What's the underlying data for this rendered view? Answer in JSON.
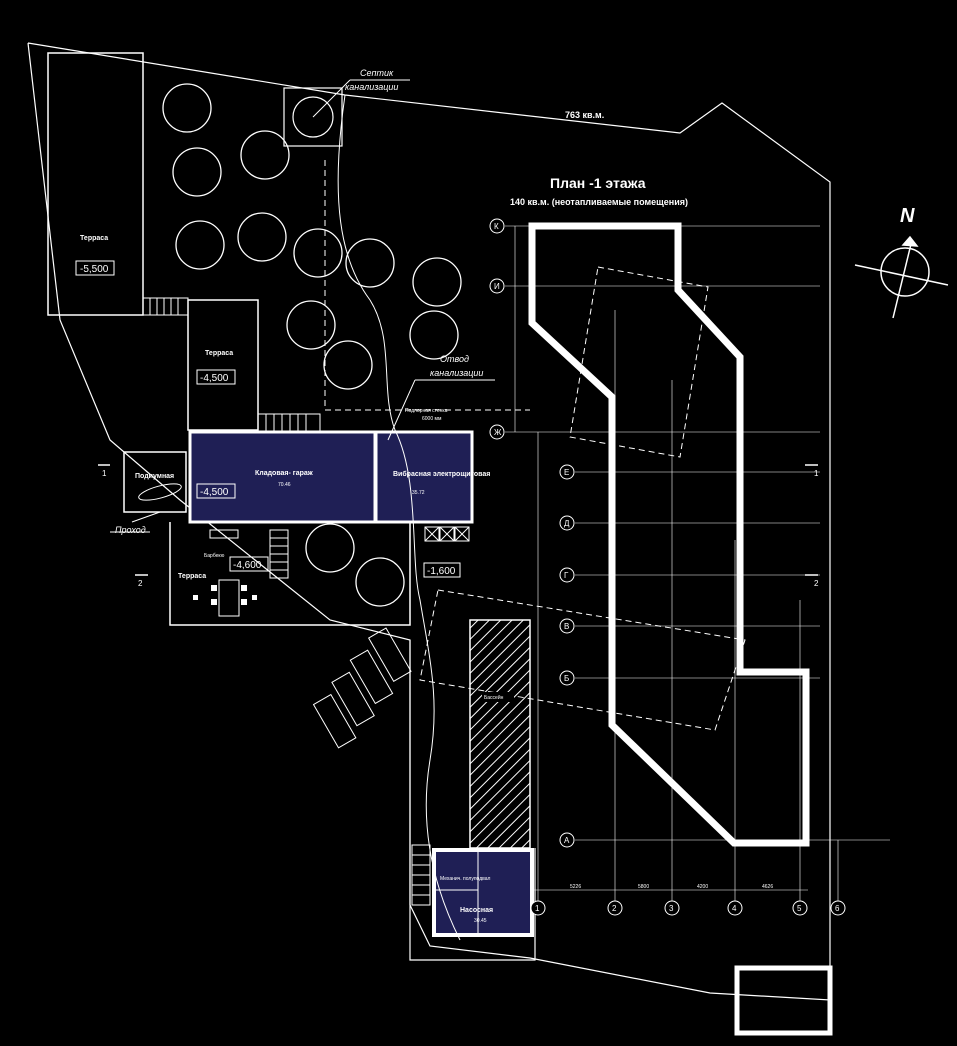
{
  "title": "План -1 этажа",
  "subtitle": "140 кв.м. (неотапливаемые помещения)",
  "site_area": "763 кв.м.",
  "north": "N",
  "notes": {
    "septic_line1": "Септик",
    "septic_line2": "канализации",
    "drain_line1": "Отвод",
    "drain_line2": "канализации",
    "proxod": "Проход",
    "retaining": "Подпорная стенка",
    "retaining2": "6000 мм"
  },
  "rooms": {
    "terrace1": "Терраса",
    "terrace2": "Терраса",
    "terrace3": "Терраса",
    "podium": "Подиумная",
    "storage": "Кладовая- гараж",
    "storage_area": "70.46",
    "electric": "Вибрасная электрощитовая",
    "electric_area": "35.72",
    "pump": "Насосная",
    "pump_area": "30.45",
    "mech": "Механич. полуподвал",
    "hatched": "Бассейн",
    "barbecue": "Барбекю"
  },
  "levels": {
    "terrace1": "-5,500",
    "terrace2": "-4,500",
    "storage": "-4,500",
    "barbecue": "-4,600",
    "right": "-1,600"
  },
  "axes_letters": [
    "К",
    "И",
    "Ж",
    "Е",
    "Д",
    "Г",
    "В",
    "Б",
    "А"
  ],
  "axes_numbers": [
    "1",
    "2",
    "3",
    "4",
    "5",
    "6"
  ],
  "dims": [
    "5226",
    "5800",
    "4200",
    "4626"
  ],
  "section_marks": [
    "1",
    "1",
    "2",
    "2"
  ],
  "colors": {
    "background": "#000000",
    "lines": "#ffffff",
    "room_fill": "#1f1f55"
  }
}
